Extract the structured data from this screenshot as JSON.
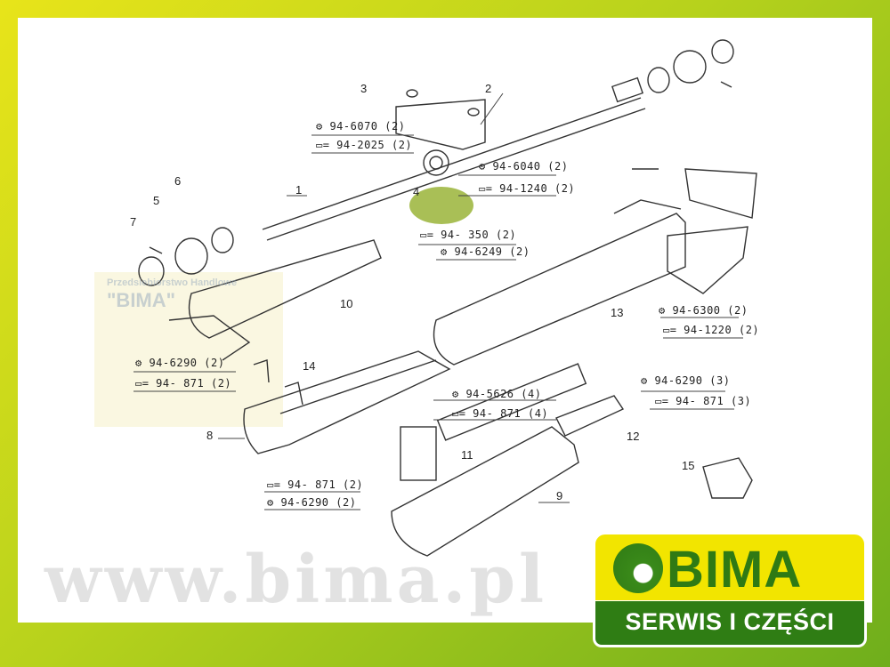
{
  "watermark": {
    "url": "www.bima.pl",
    "company_line": "Przedsiebiorstwo Handlowe",
    "company_name": "\"BIMA\""
  },
  "part_numbers": [
    "1",
    "2",
    "3",
    "4",
    "5",
    "6",
    "7",
    "8",
    "9",
    "10",
    "11",
    "12",
    "13",
    "14",
    "15"
  ],
  "fastener_labels": {
    "f6070": "⚙ 94-6070 (2)",
    "f2025": "▭= 94-2025 (2)",
    "f6040": "⚙ 94-6040 (2)",
    "f1240": "▭= 94-1240 (2)",
    "f350": "▭= 94- 350 (2)",
    "f6249": "⚙ 94-6249 (2)",
    "f6300": "⚙ 94-6300 (2)",
    "f1220": "▭= 94-1220 (2)",
    "f6290a": "⚙ 94-6290 (2)",
    "f871a": "▭= 94- 871 (2)",
    "f5626": "⚙ 94-5626 (4)",
    "f871b": "▭= 94- 871 (4)",
    "f6290b": "⚙ 94-6290 (3)",
    "f871c": "▭= 94- 871 (3)",
    "f871d": "▭= 94- 871 (2)",
    "f6290c": "⚙ 94-6290 (2)"
  },
  "logo": {
    "name": "BIMA",
    "tagline": "SERWIS I CZĘŚCI"
  },
  "colors": {
    "frame_yellow": "#e8e41a",
    "frame_green": "#6fae1c",
    "logo_green": "#2f7d14",
    "logo_yellow": "#f2e500",
    "highlight": "#8caa1e"
  }
}
